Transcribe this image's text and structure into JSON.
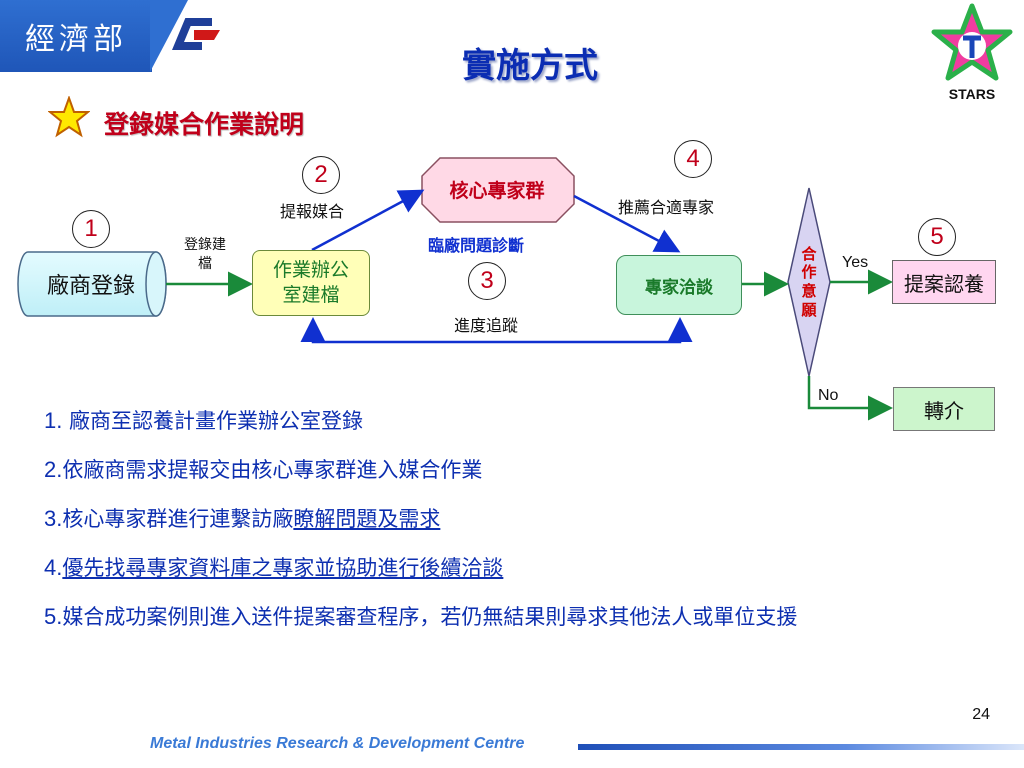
{
  "header": {
    "org_name": "經濟部",
    "title": "實施方式",
    "subtitle": "登錄媒合作業說明",
    "brand_label": "STARS"
  },
  "diagram": {
    "nodes": {
      "company_registration": "廠商登錄",
      "office_filing": "作業辦公室建檔",
      "core_experts": "核心專家群",
      "expert_negotiation": "專家洽談",
      "cooperation_intent": "合作意願",
      "proposal_adoption": "提案認養",
      "referral": "轉介"
    },
    "numbers": [
      "1",
      "2",
      "3",
      "4",
      "5"
    ],
    "edge_labels": {
      "register_file": "登錄建檔",
      "report_match": "提報媒合",
      "onsite_diagnosis": "臨廠問題診斷",
      "recommend_experts": "推薦合適專家",
      "progress_tracking": "進度追蹤",
      "yes": "Yes",
      "no": "No"
    }
  },
  "steps": [
    {
      "num": "1.",
      "text": "廠商至認養計畫作業辦公室登錄"
    },
    {
      "num": "2.",
      "text": "依廠商需求提報交由核心專家群進入媒合作業"
    },
    {
      "num": "3.",
      "text": "核心專家群進行連繫訪廠",
      "underlined": "瞭解問題及需求"
    },
    {
      "num": "4.",
      "underlined": "優先找尋專家資料庫之專家並協助進行後續洽談"
    },
    {
      "num": "5.",
      "text": "媒合成功案例則進入送件提案審查程序，若仍無結果則尋求其他法人或單位支援"
    }
  ],
  "footer": {
    "page_number": "24",
    "institute": "Metal Industries Research & Development Centre"
  },
  "colors": {
    "title_blue": "#0b2db3",
    "subtitle_red": "#c0001a",
    "arrow_blue": "#1030d0",
    "arrow_green": "#1a8a3a"
  }
}
